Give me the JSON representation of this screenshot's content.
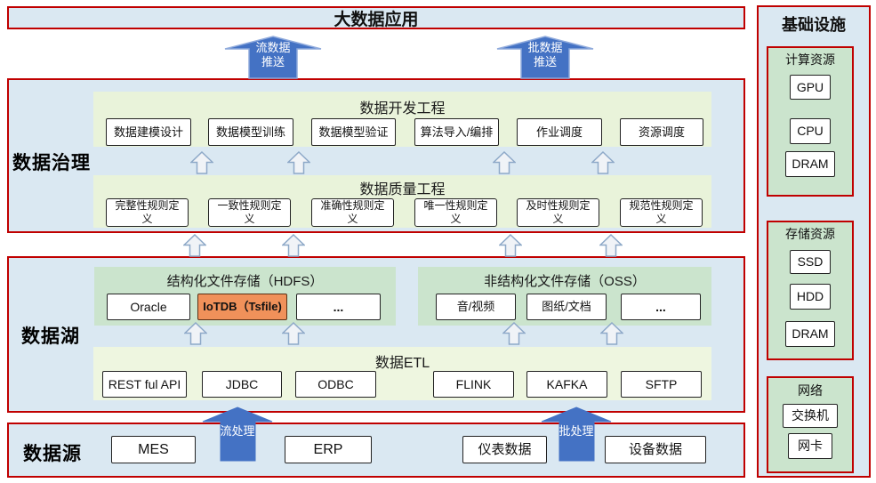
{
  "top_bar": {
    "title": "大数据应用"
  },
  "push_arrows": {
    "stream": {
      "line1": "流数据",
      "line2": "推送"
    },
    "batch": {
      "line1": "批数据",
      "line2": "推送"
    }
  },
  "governance": {
    "label": "数据治理",
    "dev": {
      "title": "数据开发工程",
      "items": [
        "数据建模设计",
        "数据模型训练",
        "数据模型验证",
        "算法导入/编排",
        "作业调度",
        "资源调度"
      ]
    },
    "quality": {
      "title": "数据质量工程",
      "items": [
        "完整性规则定义",
        "一致性规则定义",
        "准确性规则定义",
        "唯一性规则定义",
        "及时性规则定义",
        "规范性规则定义"
      ]
    }
  },
  "lake": {
    "label": "数据湖",
    "hdfs": {
      "title": "结构化文件存储（HDFS）",
      "items": [
        "Oracle",
        "IoTDB（Tsfile)",
        "..."
      ],
      "highlighted_item": "IoTDB（Tsfile)"
    },
    "oss": {
      "title": "非结构化文件存储（OSS）",
      "items": [
        "音/视频",
        "图纸/文档",
        "..."
      ]
    },
    "etl": {
      "title": "数据ETL",
      "items": [
        "REST ful API",
        "JDBC",
        "ODBC",
        "FLINK",
        "KAFKA",
        "SFTP"
      ]
    }
  },
  "process_arrows": {
    "stream": "流处理",
    "batch": "批处理"
  },
  "source": {
    "label": "数据源",
    "items": [
      "MES",
      "ERP",
      "仪表数据",
      "设备数据"
    ]
  },
  "infrastructure": {
    "title": "基础设施",
    "groups": [
      {
        "title": "计算资源",
        "items": [
          "GPU",
          "CPU",
          "DRAM"
        ]
      },
      {
        "title": "存储资源",
        "items": [
          "SSD",
          "HDD",
          "DRAM"
        ]
      },
      {
        "title": "网络",
        "items": [
          "交换机",
          "网卡"
        ]
      }
    ]
  },
  "colors": {
    "section_fill": "#dae8f2",
    "section_border": "#c00000",
    "band_green": "#e9f3da",
    "storage_green": "#cbe4cd",
    "etl_green": "#eef6e0",
    "highlight_orange": "#f0915a",
    "arrow_blue": "#4472c4",
    "hollow_arrow_fill": "#f0f3f7",
    "hollow_arrow_stroke": "#8ea9c8"
  }
}
